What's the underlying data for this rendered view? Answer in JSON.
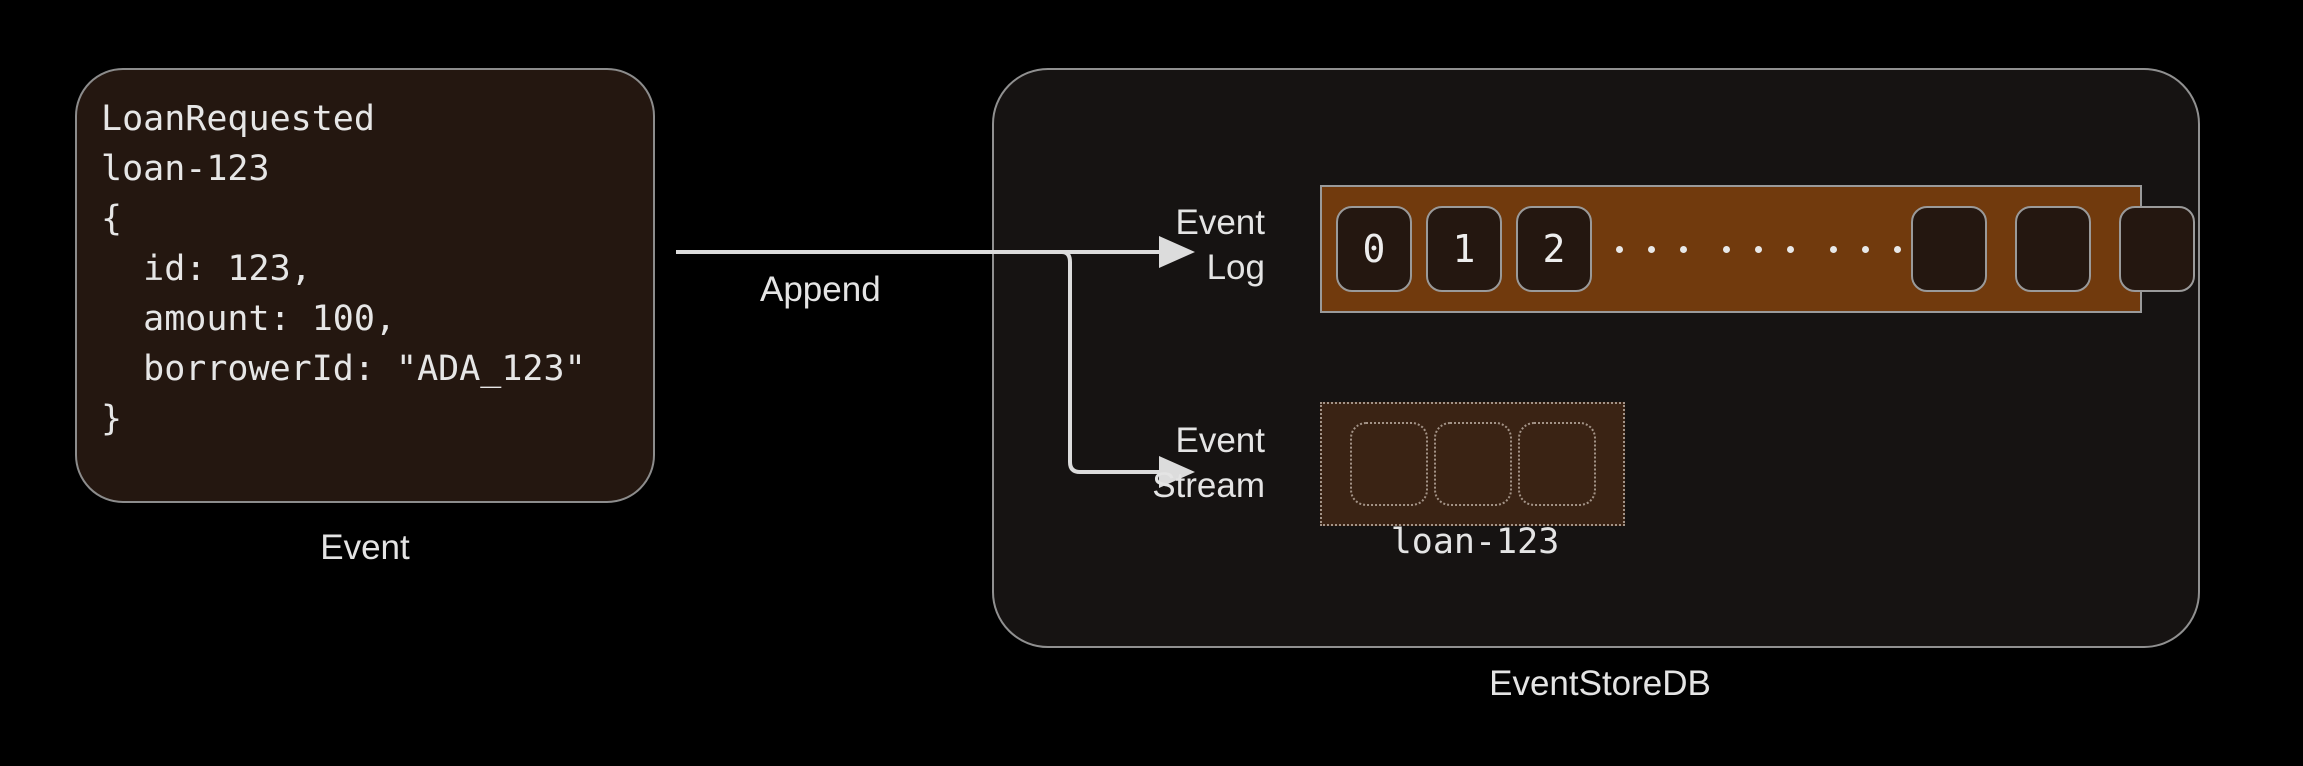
{
  "diagram": {
    "title": "EventStoreDB append flow",
    "background": "#000000"
  },
  "event_card": {
    "code": "LoanRequested\nloan-123\n{\n  id: 123,\n  amount: 100,\n  borrowerId: \"ADA_123\"\n}",
    "caption": "Event",
    "fill": "#241710",
    "border": "#8c8c8c"
  },
  "arrow": {
    "label": "Append",
    "color": "#dcdcdc"
  },
  "store": {
    "caption": "EventStoreDB",
    "fill": "#161312",
    "border": "#909090",
    "event_log": {
      "label_line1": "Event",
      "label_line2": "Log",
      "fill": "#713A0D",
      "border": "#9a9a9a",
      "cells": [
        "0",
        "1",
        "2"
      ],
      "dot_groups": 3,
      "dots_per_group": 3,
      "empty_tail_cells": 3
    },
    "event_stream": {
      "label_line1": "Event",
      "label_line2": "Stream",
      "fill": "#3A2314",
      "border": "#a39387",
      "cells": 3,
      "stream_id": "loan-123"
    }
  }
}
